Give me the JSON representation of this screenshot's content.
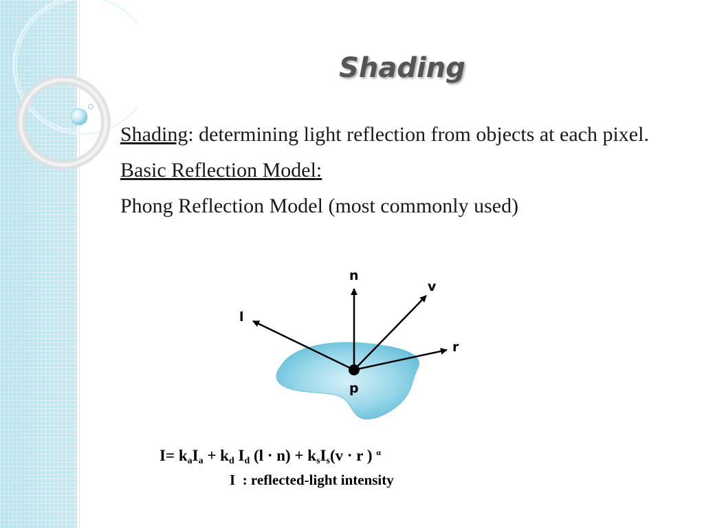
{
  "slide": {
    "title": "Shading",
    "lines": {
      "shading_term": "Shading",
      "shading_definition": ": determining light reflection from objects at each pixel.",
      "basic_model": "Basic Reflection Model:",
      "phong_model": "Phong Reflection Model (most commonly used)"
    }
  },
  "diagram": {
    "vectors": {
      "n": "n",
      "v": "v",
      "l": "l",
      "r": "r",
      "p": "p"
    },
    "surface_color": "#8fd3e8"
  },
  "formula": {
    "lhs": "I=",
    "k": "k",
    "a": "a",
    "I": "I",
    "d": "d",
    "s": "s",
    "plus": "+",
    "ln": "(l · n)",
    "vr_open": "(v · r )",
    "alpha": "α"
  },
  "legend": {
    "symbol": "I",
    "description": ": reflected-light intensity"
  },
  "colors": {
    "side_panel": "#bfe9f3",
    "title_text": "#555555"
  }
}
